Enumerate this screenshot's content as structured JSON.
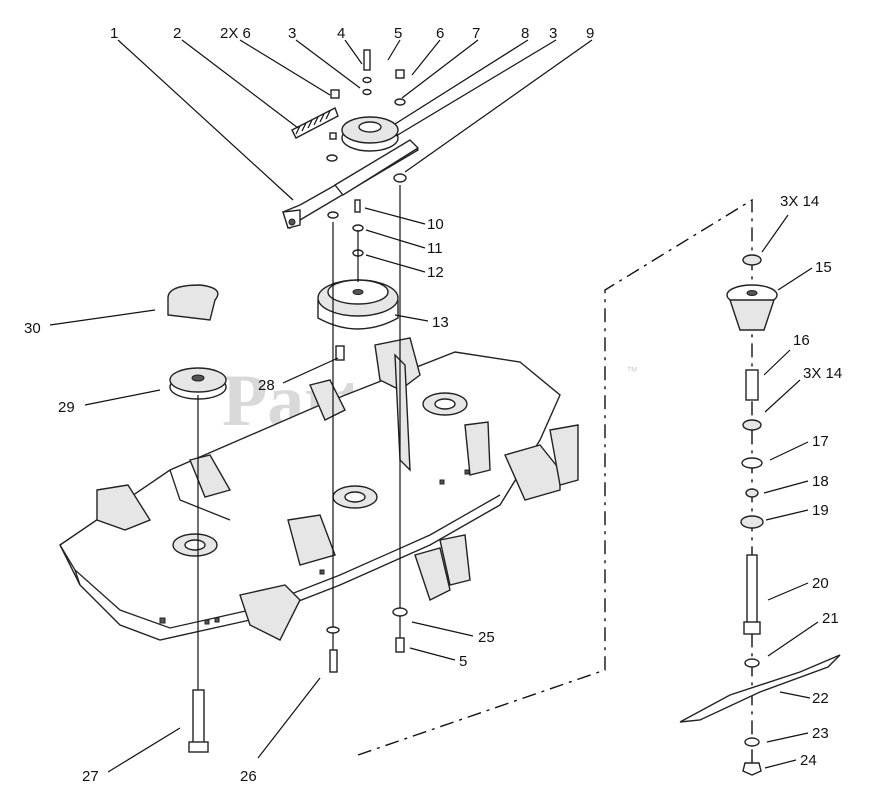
{
  "watermark": {
    "text": "PartsTree",
    "trademark": "™"
  },
  "callouts": [
    {
      "id": "c1",
      "text": "1"
    },
    {
      "id": "c2",
      "text": "2"
    },
    {
      "id": "c2x6",
      "text": "2X 6"
    },
    {
      "id": "c3a",
      "text": "3"
    },
    {
      "id": "c4",
      "text": "4"
    },
    {
      "id": "c5a",
      "text": "5"
    },
    {
      "id": "c6",
      "text": "6"
    },
    {
      "id": "c7",
      "text": "7"
    },
    {
      "id": "c8",
      "text": "8"
    },
    {
      "id": "c3b",
      "text": "3"
    },
    {
      "id": "c9",
      "text": "9"
    },
    {
      "id": "c10",
      "text": "10"
    },
    {
      "id": "c11",
      "text": "11"
    },
    {
      "id": "c12",
      "text": "12"
    },
    {
      "id": "c13",
      "text": "13"
    },
    {
      "id": "c30",
      "text": "30"
    },
    {
      "id": "c28",
      "text": "28"
    },
    {
      "id": "c29",
      "text": "29"
    },
    {
      "id": "c3x14a",
      "text": "3X 14"
    },
    {
      "id": "c15",
      "text": "15"
    },
    {
      "id": "c16",
      "text": "16"
    },
    {
      "id": "c3x14b",
      "text": "3X 14"
    },
    {
      "id": "c17",
      "text": "17"
    },
    {
      "id": "c18",
      "text": "18"
    },
    {
      "id": "c19",
      "text": "19"
    },
    {
      "id": "c20",
      "text": "20"
    },
    {
      "id": "c21",
      "text": "21"
    },
    {
      "id": "c22",
      "text": "22"
    },
    {
      "id": "c23",
      "text": "23"
    },
    {
      "id": "c24",
      "text": "24"
    },
    {
      "id": "c25",
      "text": "25"
    },
    {
      "id": "c5b",
      "text": "5"
    },
    {
      "id": "c27",
      "text": "27"
    },
    {
      "id": "c26",
      "text": "26"
    }
  ]
}
